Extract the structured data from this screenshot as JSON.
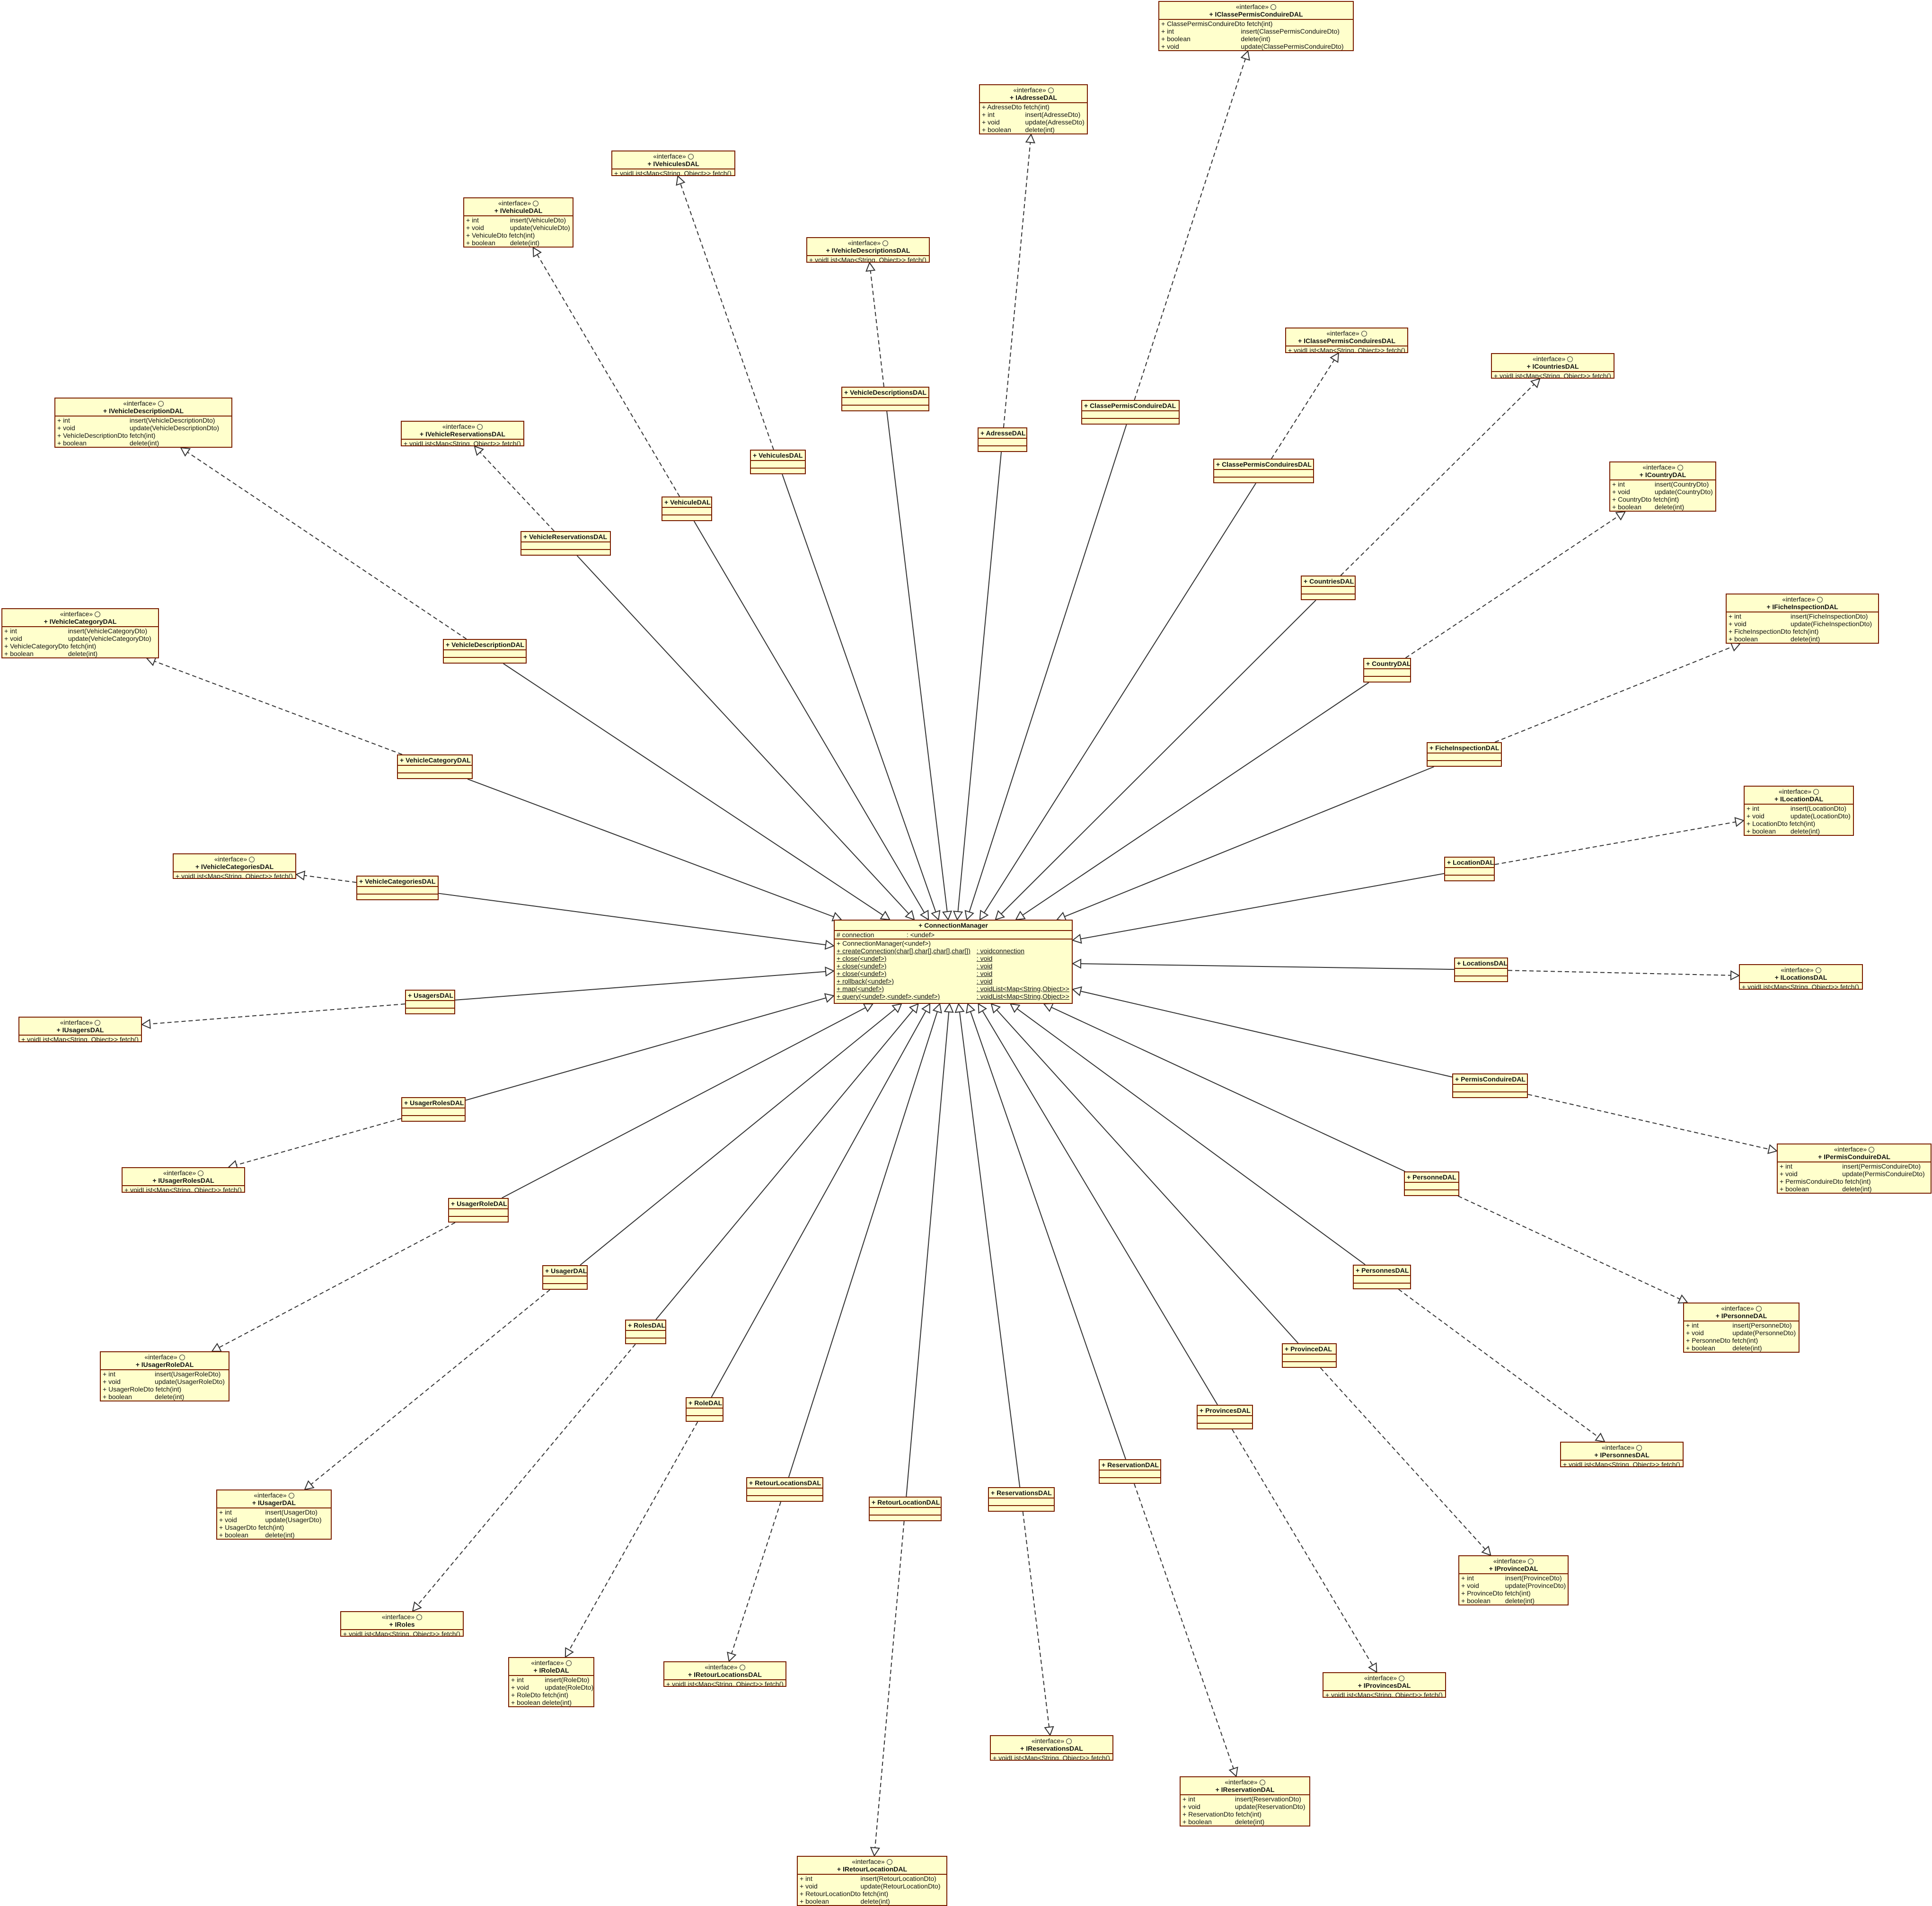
{
  "diagram": {
    "center": {
      "id": "ConnectionManager",
      "name": "+ ConnectionManager",
      "attributes": [
        {
          "a": "# connection",
          "b": ": <undef>"
        }
      ],
      "operations": [
        {
          "a": "+ ConnectionManager(<undef>)",
          "b": "",
          "u": false
        },
        {
          "a": "+ createConnection(char[],char[],char[],char[])",
          "b": ": voidconnection",
          "u": true
        },
        {
          "a": "+ close(<undef>)",
          "b": ": void",
          "u": true
        },
        {
          "a": "+ close(<undef>)",
          "b": ": void",
          "u": true
        },
        {
          "a": "+ close(<undef>)",
          "b": ": void",
          "u": true
        },
        {
          "a": "+ rollback(<undef>)",
          "b": ": void",
          "u": true
        },
        {
          "a": "+ map(<undef>)",
          "b": ": voidList<Map<String,Object>>",
          "u": true
        },
        {
          "a": "+ query(<undef>,<undef>,<undef>)",
          "b": ": voidList<Map<String,Object>>",
          "u": true
        }
      ]
    },
    "classes": [
      {
        "id": "VehiculesDAL",
        "name": "+ VehiculesDAL"
      },
      {
        "id": "VehicleDescriptionsDAL",
        "name": "+ VehicleDescriptionsDAL"
      },
      {
        "id": "AdresseDAL",
        "name": "+ AdresseDAL"
      },
      {
        "id": "ClassePermisConduireDAL",
        "name": "+ ClassePermisConduireDAL"
      },
      {
        "id": "ClassePermisConduiresDAL",
        "name": "+ ClassePermisConduiresDAL"
      },
      {
        "id": "CountriesDAL",
        "name": "+ CountriesDAL"
      },
      {
        "id": "CountryDAL",
        "name": "+ CountryDAL"
      },
      {
        "id": "FicheInspectionDAL",
        "name": "+ FicheInspectionDAL"
      },
      {
        "id": "LocationDAL",
        "name": "+ LocationDAL"
      },
      {
        "id": "LocationsDAL",
        "name": "+ LocationsDAL"
      },
      {
        "id": "PermisConduireDAL",
        "name": "+ PermisConduireDAL"
      },
      {
        "id": "PersonneDAL",
        "name": "+ PersonneDAL"
      },
      {
        "id": "PersonnesDAL",
        "name": "+ PersonnesDAL"
      },
      {
        "id": "ProvinceDAL",
        "name": "+ ProvinceDAL"
      },
      {
        "id": "ProvincesDAL",
        "name": "+ ProvincesDAL"
      },
      {
        "id": "ReservationDAL",
        "name": "+ ReservationDAL"
      },
      {
        "id": "ReservationsDAL",
        "name": "+ ReservationsDAL"
      },
      {
        "id": "RetourLocationDAL",
        "name": "+ RetourLocationDAL"
      },
      {
        "id": "RetourLocationsDAL",
        "name": "+ RetourLocationsDAL"
      },
      {
        "id": "RoleDAL",
        "name": "+ RoleDAL"
      },
      {
        "id": "RolesDAL",
        "name": "+ RolesDAL"
      },
      {
        "id": "UsagerDAL",
        "name": "+ UsagerDAL"
      },
      {
        "id": "UsagerRoleDAL",
        "name": "+ UsagerRoleDAL"
      },
      {
        "id": "UsagerRolesDAL",
        "name": "+ UsagerRolesDAL"
      },
      {
        "id": "UsagersDAL",
        "name": "+ UsagersDAL"
      },
      {
        "id": "VehicleCategoriesDAL",
        "name": "+ VehicleCategoriesDAL"
      },
      {
        "id": "VehicleCategoryDAL",
        "name": "+ VehicleCategoryDAL"
      },
      {
        "id": "VehicleDescriptionDAL",
        "name": "+ VehicleDescriptionDAL"
      },
      {
        "id": "VehicleReservationsDAL",
        "name": "+ VehicleReservationsDAL"
      },
      {
        "id": "VehiculeDAL",
        "name": "+ VehiculeDAL"
      }
    ],
    "interfaces": [
      {
        "id": "IClassePermisConduireDAL",
        "stereotype": "«interface»",
        "name": "+ IClassePermisConduireDAL",
        "ops": [
          [
            "+ ClassePermisConduireDto fetch(int)",
            ""
          ],
          [
            "+ int",
            "insert(ClassePermisConduireDto)"
          ],
          [
            "+ boolean",
            "delete(int)"
          ],
          [
            "+ void",
            "update(ClassePermisConduireDto)"
          ]
        ]
      },
      {
        "id": "IAdresseDAL",
        "stereotype": "«interface»",
        "name": "+ IAdresseDAL",
        "ops": [
          [
            "+ AdresseDto fetch(int)",
            ""
          ],
          [
            "+ int",
            "insert(AdresseDto)"
          ],
          [
            "+ void",
            "update(AdresseDto)"
          ],
          [
            "+ boolean",
            "delete(int)"
          ]
        ]
      },
      {
        "id": "IVehiculesDAL",
        "stereotype": "«interface»",
        "name": "+ IVehiculesDAL",
        "ops": [
          [
            "+ voidList<Map<String, Object>> fetch()",
            ""
          ]
        ]
      },
      {
        "id": "IVehiculeDAL",
        "stereotype": "«interface»",
        "name": "+ IVehiculeDAL",
        "ops": [
          [
            "+ int",
            "insert(VehiculeDto)"
          ],
          [
            "+ void",
            "update(VehiculeDto)"
          ],
          [
            "+ VehiculeDto fetch(int)",
            ""
          ],
          [
            "+ boolean",
            "delete(int)"
          ]
        ]
      },
      {
        "id": "IVehicleDescriptionsDAL",
        "stereotype": "«interface»",
        "name": "+ IVehicleDescriptionsDAL",
        "ops": [
          [
            "+ voidList<Map<String, Object>> fetch()",
            ""
          ]
        ]
      },
      {
        "id": "IClassePermisConduiresDAL",
        "stereotype": "«interface»",
        "name": "+ IClassePermisConduiresDAL",
        "ops": [
          [
            "+ voidList<Map<String, Object>> fetch()",
            ""
          ]
        ]
      },
      {
        "id": "ICountriesDAL",
        "stereotype": "«interface»",
        "name": "+ ICountriesDAL",
        "ops": [
          [
            "+ voidList<Map<String, Object>> fetch()",
            ""
          ]
        ]
      },
      {
        "id": "IVehicleDescriptionDAL",
        "stereotype": "«interface»",
        "name": "+ IVehicleDescriptionDAL",
        "ops": [
          [
            "+ int",
            "insert(VehicleDescriptionDto)"
          ],
          [
            "+ void",
            "update(VehicleDescriptionDto)"
          ],
          [
            "+ VehicleDescriptionDto fetch(int)",
            ""
          ],
          [
            "+ boolean",
            "delete(int)"
          ]
        ]
      },
      {
        "id": "IVehicleReservationsDAL",
        "stereotype": "«interface»",
        "name": "+ IVehicleReservationsDAL",
        "ops": [
          [
            "+ voidList<Map<String, Object>> fetch()",
            ""
          ]
        ]
      },
      {
        "id": "ICountryDAL",
        "stereotype": "«interface»",
        "name": "+ ICountryDAL",
        "ops": [
          [
            "+ int",
            "insert(CountryDto)"
          ],
          [
            "+ void",
            "update(CountryDto)"
          ],
          [
            "+ CountryDto fetch(int)",
            ""
          ],
          [
            "+ boolean",
            "delete(int)"
          ]
        ]
      },
      {
        "id": "IVehicleCategoryDAL",
        "stereotype": "«interface»",
        "name": "+ IVehicleCategoryDAL",
        "ops": [
          [
            "+ int",
            "insert(VehicleCategoryDto)"
          ],
          [
            "+ void",
            "update(VehicleCategoryDto)"
          ],
          [
            "+ VehicleCategoryDto fetch(int)",
            ""
          ],
          [
            "+ boolean",
            "delete(int)"
          ]
        ]
      },
      {
        "id": "IFicheInspectionDAL",
        "stereotype": "«interface»",
        "name": "+ IFicheInspectionDAL",
        "ops": [
          [
            "+ int",
            "insert(FicheInspectionDto)"
          ],
          [
            "+ void",
            "update(FicheInspectionDto)"
          ],
          [
            "+ FicheInspectionDto fetch(int)",
            ""
          ],
          [
            "+ boolean",
            "delete(int)"
          ]
        ]
      },
      {
        "id": "ILocationDAL",
        "stereotype": "«interface»",
        "name": "+ ILocationDAL",
        "ops": [
          [
            "+ int",
            "insert(LocationDto)"
          ],
          [
            "+ void",
            "update(LocationDto)"
          ],
          [
            "+ LocationDto fetch(int)",
            ""
          ],
          [
            "+ boolean",
            "delete(int)"
          ]
        ]
      },
      {
        "id": "IVehicleCategoriesDAL",
        "stereotype": "«interface»",
        "name": "+ IVehicleCategoriesDAL",
        "ops": [
          [
            "+ voidList<Map<String, Object>> fetch()",
            ""
          ]
        ]
      },
      {
        "id": "ILocationsDAL",
        "stereotype": "«interface»",
        "name": "+ ILocationsDAL",
        "ops": [
          [
            "+ voidList<Map<String, Object>> fetch()",
            ""
          ]
        ]
      },
      {
        "id": "IUsagersDAL",
        "stereotype": "«interface»",
        "name": "+ IUsagersDAL",
        "ops": [
          [
            "+ voidList<Map<String, Object>> fetch()",
            ""
          ]
        ]
      },
      {
        "id": "IPermisConduireDAL",
        "stereotype": "«interface»",
        "name": "+ IPermisConduireDAL",
        "ops": [
          [
            "+ int",
            "insert(PermisConduireDto)"
          ],
          [
            "+ void",
            "update(PermisConduireDto)"
          ],
          [
            "+ PermisConduireDto fetch(int)",
            ""
          ],
          [
            "+ boolean",
            "delete(int)"
          ]
        ]
      },
      {
        "id": "IUsagerRolesDAL",
        "stereotype": "«interface»",
        "name": "+ IUsagerRolesDAL",
        "ops": [
          [
            "+ voidList<Map<String, Object>> fetch()",
            ""
          ]
        ]
      },
      {
        "id": "IPersonneDAL",
        "stereotype": "«interface»",
        "name": "+ IPersonneDAL",
        "ops": [
          [
            "+ int",
            "insert(PersonneDto)"
          ],
          [
            "+ void",
            "update(PersonneDto)"
          ],
          [
            "+ PersonneDto fetch(int)",
            ""
          ],
          [
            "+ boolean",
            "delete(int)"
          ]
        ]
      },
      {
        "id": "IUsagerRoleDAL",
        "stereotype": "«interface»",
        "name": "+ IUsagerRoleDAL",
        "ops": [
          [
            "+ int",
            "insert(UsagerRoleDto)"
          ],
          [
            "+ void",
            "update(UsagerRoleDto)"
          ],
          [
            "+ UsagerRoleDto fetch(int)",
            ""
          ],
          [
            "+ boolean",
            "delete(int)"
          ]
        ]
      },
      {
        "id": "IPersonnesDAL",
        "stereotype": "«interface»",
        "name": "+ IPersonnesDAL",
        "ops": [
          [
            "+ voidList<Map<String, Object>> fetch()",
            ""
          ]
        ]
      },
      {
        "id": "IUsagerDAL",
        "stereotype": "«interface»",
        "name": "+ IUsagerDAL",
        "ops": [
          [
            "+ int",
            "insert(UsagerDto)"
          ],
          [
            "+ void",
            "update(UsagerDto)"
          ],
          [
            "+ UsagerDto fetch(int)",
            ""
          ],
          [
            "+ boolean",
            "delete(int)"
          ]
        ]
      },
      {
        "id": "IProvinceDAL",
        "stereotype": "«interface»",
        "name": "+ IProvinceDAL",
        "ops": [
          [
            "+ int",
            "insert(ProvinceDto)"
          ],
          [
            "+ void",
            "update(ProvinceDto)"
          ],
          [
            "+ ProvinceDto fetch(int)",
            ""
          ],
          [
            "+ boolean",
            "delete(int)"
          ]
        ]
      },
      {
        "id": "IRoles",
        "stereotype": "«interface»",
        "name": "+ IRoles",
        "ops": [
          [
            "+ voidList<Map<String, Object>> fetch()",
            ""
          ]
        ]
      },
      {
        "id": "IRoleDAL",
        "stereotype": "«interface»",
        "name": "+ IRoleDAL",
        "ops": [
          [
            "+ int",
            "insert(RoleDto)"
          ],
          [
            "+ void",
            "update(RoleDto)"
          ],
          [
            "+ RoleDto fetch(int)",
            ""
          ],
          [
            "+ boolean delete(int)",
            ""
          ]
        ]
      },
      {
        "id": "IRetourLocationsDAL",
        "stereotype": "«interface»",
        "name": "+ IRetourLocationsDAL",
        "ops": [
          [
            "+ voidList<Map<String, Object>> fetch()",
            ""
          ]
        ]
      },
      {
        "id": "IProvincesDAL",
        "stereotype": "«interface»",
        "name": "+ IProvincesDAL",
        "ops": [
          [
            "+ voidList<Map<String, Object>> fetch()",
            ""
          ]
        ]
      },
      {
        "id": "IReservationsDAL",
        "stereotype": "«interface»",
        "name": "+ IReservationsDAL",
        "ops": [
          [
            "+ voidList<Map<String, Object>> fetch()",
            ""
          ]
        ]
      },
      {
        "id": "IReservationDAL",
        "stereotype": "«interface»",
        "name": "+ IReservationDAL",
        "ops": [
          [
            "+ int",
            "insert(ReservationDto)"
          ],
          [
            "+ void",
            "update(ReservationDto)"
          ],
          [
            "+ ReservationDto fetch(int)",
            ""
          ],
          [
            "+ boolean",
            "delete(int)"
          ]
        ]
      },
      {
        "id": "IRetourLocationDAL",
        "stereotype": "«interface»",
        "name": "+ IRetourLocationDAL",
        "ops": [
          [
            "+ int",
            "insert(RetourLocationDto)"
          ],
          [
            "+ void",
            "update(RetourLocationDto)"
          ],
          [
            "+ RetourLocationDto fetch(int)",
            ""
          ],
          [
            "+ boolean",
            "delete(int)"
          ]
        ]
      }
    ],
    "generalizations": [
      "VehiculesDAL",
      "VehicleDescriptionsDAL",
      "AdresseDAL",
      "ClassePermisConduireDAL",
      "ClassePermisConduiresDAL",
      "CountriesDAL",
      "CountryDAL",
      "FicheInspectionDAL",
      "LocationDAL",
      "LocationsDAL",
      "PermisConduireDAL",
      "PersonneDAL",
      "PersonnesDAL",
      "ProvinceDAL",
      "ProvincesDAL",
      "ReservationDAL",
      "ReservationsDAL",
      "RetourLocationDAL",
      "RetourLocationsDAL",
      "RoleDAL",
      "RolesDAL",
      "UsagerDAL",
      "UsagerRoleDAL",
      "UsagerRolesDAL",
      "UsagersDAL",
      "VehicleCategoriesDAL",
      "VehicleCategoryDAL",
      "VehicleDescriptionDAL",
      "VehicleReservationsDAL",
      "VehiculeDAL"
    ],
    "realizations": [
      [
        "ClassePermisConduireDAL",
        "IClassePermisConduireDAL"
      ],
      [
        "AdresseDAL",
        "IAdresseDAL"
      ],
      [
        "VehiculesDAL",
        "IVehiculesDAL"
      ],
      [
        "VehiculeDAL",
        "IVehiculeDAL"
      ],
      [
        "VehicleDescriptionsDAL",
        "IVehicleDescriptionsDAL"
      ],
      [
        "ClassePermisConduiresDAL",
        "IClassePermisConduiresDAL"
      ],
      [
        "CountriesDAL",
        "ICountriesDAL"
      ],
      [
        "VehicleDescriptionDAL",
        "IVehicleDescriptionDAL"
      ],
      [
        "VehicleReservationsDAL",
        "IVehicleReservationsDAL"
      ],
      [
        "CountryDAL",
        "ICountryDAL"
      ],
      [
        "VehicleCategoryDAL",
        "IVehicleCategoryDAL"
      ],
      [
        "FicheInspectionDAL",
        "IFicheInspectionDAL"
      ],
      [
        "LocationDAL",
        "ILocationDAL"
      ],
      [
        "VehicleCategoriesDAL",
        "IVehicleCategoriesDAL"
      ],
      [
        "LocationsDAL",
        "ILocationsDAL"
      ],
      [
        "UsagersDAL",
        "IUsagersDAL"
      ],
      [
        "PermisConduireDAL",
        "IPermisConduireDAL"
      ],
      [
        "UsagerRolesDAL",
        "IUsagerRolesDAL"
      ],
      [
        "PersonneDAL",
        "IPersonneDAL"
      ],
      [
        "UsagerRoleDAL",
        "IUsagerRoleDAL"
      ],
      [
        "PersonnesDAL",
        "IPersonnesDAL"
      ],
      [
        "UsagerDAL",
        "IUsagerDAL"
      ],
      [
        "ProvinceDAL",
        "IProvinceDAL"
      ],
      [
        "RolesDAL",
        "IRoles"
      ],
      [
        "RoleDAL",
        "IRoleDAL"
      ],
      [
        "RetourLocationsDAL",
        "IRetourLocationsDAL"
      ],
      [
        "ProvincesDAL",
        "IProvincesDAL"
      ],
      [
        "ReservationsDAL",
        "IReservationsDAL"
      ],
      [
        "ReservationDAL",
        "IReservationDAL"
      ],
      [
        "RetourLocationDAL",
        "IRetourLocationDAL"
      ]
    ],
    "colors": {
      "fill": "#ffffcc",
      "border": "#7a1d00",
      "line": "#333333"
    }
  }
}
